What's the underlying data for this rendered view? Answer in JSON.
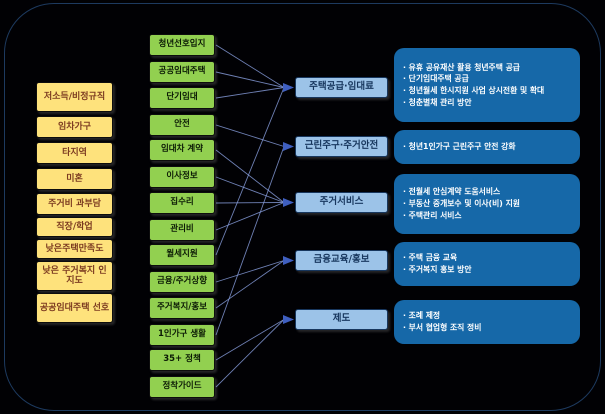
{
  "diagram": {
    "factors": {
      "items": [
        "저소득/비정규직",
        "임차가구",
        "타지역",
        "미혼",
        "주거비 과부담",
        "직장/학업",
        "낮은주택만족도",
        "낮은 주거복지 인지도",
        "공공임대주택 선호"
      ]
    },
    "topics": {
      "items": [
        "청년선호입지",
        "공공임대주택",
        "단기임대",
        "안전",
        "임대차 계약",
        "이사정보",
        "집수리",
        "관리비",
        "월세지원",
        "금융/주거상향",
        "주거복지/홍보",
        "1인가구 생활",
        "35+ 정책",
        "정착가이드"
      ]
    },
    "categories": {
      "items": [
        "주택공급·임대료",
        "근린주구·주거안전",
        "주거서비스",
        "금융교육/홍보",
        "제도"
      ]
    },
    "details": {
      "items": [
        {
          "bullets": [
            "· 유휴 공유재산 활용 청년주택 공급",
            "· 단기임대주택 공급",
            "· 청년월세 한시지원 사업 상시전환 및 확대",
            "· 청춘별채 관리 방안"
          ]
        },
        {
          "bullets": [
            "· 청년1인가구 근린주구 안전 강화"
          ]
        },
        {
          "bullets": [
            "· 전월세 안심계약 도움서비스",
            "· 부동산 중개보수 및 이사(비) 지원",
            "· 주택관리 서비스"
          ]
        },
        {
          "bullets": [
            "· 주택 금융 교육",
            "· 주거복지 홍보 방안"
          ]
        },
        {
          "bullets": [
            "· 조례 제정",
            "· 부서 협업형 조직 정비"
          ]
        }
      ]
    },
    "connections": [
      {
        "from": 0,
        "to": 0
      },
      {
        "from": 1,
        "to": 0
      },
      {
        "from": 2,
        "to": 0
      },
      {
        "from": 3,
        "to": 1
      },
      {
        "from": 4,
        "to": 2
      },
      {
        "from": 5,
        "to": 2
      },
      {
        "from": 6,
        "to": 2
      },
      {
        "from": 7,
        "to": 2
      },
      {
        "from": 8,
        "to": 0
      },
      {
        "from": 9,
        "to": 3
      },
      {
        "from": 10,
        "to": 3
      },
      {
        "from": 11,
        "to": 1
      },
      {
        "from": 12,
        "to": 4
      },
      {
        "from": 13,
        "to": 4
      }
    ],
    "colors": {
      "background": "#010104",
      "frame_border": "#1d3a5f",
      "factor_fill": "#fee27c",
      "factor_text": "#7c3b21",
      "topic_fill": "#92d050",
      "category_fill": "#9cc3e8",
      "category_text": "#17365d",
      "detail_fill": "#1668a8",
      "detail_text": "#ffffff",
      "connector_line": "#8aa0e0",
      "arrowhead": "#3f5fc0"
    }
  }
}
